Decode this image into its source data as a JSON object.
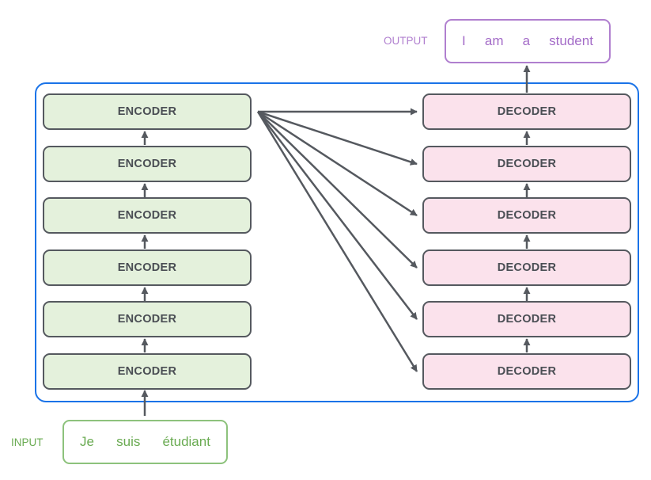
{
  "diagram": {
    "output_label": "OUTPUT",
    "output_words": [
      "I",
      "am",
      "a",
      "student"
    ],
    "input_label": "INPUT",
    "input_words": [
      "Je",
      "suis",
      "étudiant"
    ],
    "encoders": [
      "ENCODER",
      "ENCODER",
      "ENCODER",
      "ENCODER",
      "ENCODER",
      "ENCODER"
    ],
    "decoders": [
      "DECODER",
      "DECODER",
      "DECODER",
      "DECODER",
      "DECODER",
      "DECODER"
    ],
    "colors": {
      "container_border": "#1a73e8",
      "encoder_fill": "#e4f1dc",
      "decoder_fill": "#fbe2ec",
      "output": "#a46cc8",
      "input": "#6aab52",
      "arrow": "#55595f"
    }
  }
}
